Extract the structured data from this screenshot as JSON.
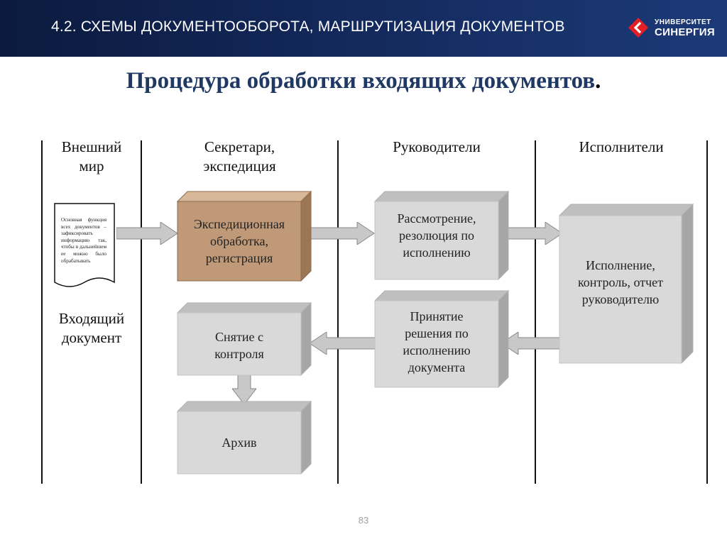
{
  "header": {
    "title": "4.2. СХЕМЫ ДОКУМЕНТООБОРОТА, МАРШРУТИЗАЦИЯ ДОКУМЕНТОВ",
    "logo_top": "УНИВЕРСИТЕТ",
    "logo_bottom": "СИНЕРГИЯ",
    "logo_color": "#e31e24"
  },
  "diagram": {
    "title": "Процедура обработки входящих документов",
    "title_punct": ".",
    "lanes": [
      {
        "label": "Внешний\nмир"
      },
      {
        "label": "Секретари,\nэкспедиция"
      },
      {
        "label": "Руководители"
      },
      {
        "label": "Исполнители"
      }
    ],
    "document": {
      "text": "Основная функция всех документов – зафиксировать информацию так, чтобы в дальнейшем ее можно было обрабатывать",
      "label": "Входящий\nдокумент"
    },
    "boxes": {
      "expedition": {
        "text": "Экспедиционная\nобработка,\nрегистрация",
        "color": "#c09a78"
      },
      "review": {
        "text": "Рассмотрение,\nрезолюция по\nисполнению",
        "color": "#d9d9d9"
      },
      "execution": {
        "text": "Исполнение,\nконтроль, отчет\nруководителю",
        "color": "#d9d9d9"
      },
      "decision": {
        "text": "Принятие\nрешения по\nисполнению\nдокумента",
        "color": "#d9d9d9"
      },
      "removal": {
        "text": "Снятие с\nконтроля",
        "color": "#d9d9d9"
      },
      "archive": {
        "text": "Архив",
        "color": "#d9d9d9"
      }
    }
  },
  "footer": {
    "page_number": "83"
  }
}
